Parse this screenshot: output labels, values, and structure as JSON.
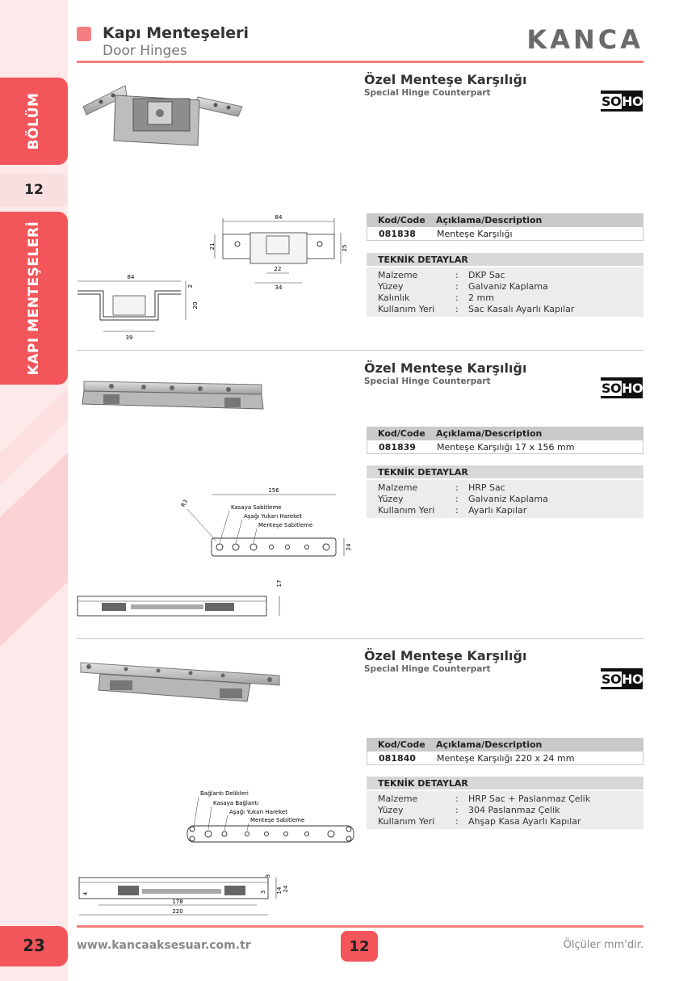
{
  "header": {
    "title": "Kapı Menteşeleri",
    "subtitle": "Door Hinges",
    "brand": "KANCA"
  },
  "sidebar": {
    "section_label": "BÖLÜM",
    "section_number": "12",
    "category_label": "KAPI MENTEŞELERİ",
    "page_number": "23"
  },
  "colors": {
    "accent": "#f2555a",
    "accent_light": "#f8dfe0",
    "table_header": "#c9c9c9"
  },
  "table_labels": {
    "code_header": "Kod/Code",
    "desc_header": "Açıklama/Description",
    "tech_header": "TEKNİK DETAYLAR"
  },
  "badge": {
    "so": "SO",
    "ho": "HO"
  },
  "products": [
    {
      "title": "Özel Menteşe Karşılığı",
      "subtitle": "Special Hinge Counterpart",
      "code": "081838",
      "description": "Menteşe Karşılığı",
      "specs": [
        {
          "key": "Malzeme",
          "value": "DKP Sac"
        },
        {
          "key": "Yüzey",
          "value": "Galvaniz Kaplama"
        },
        {
          "key": "Kalınlık",
          "value": "2 mm"
        },
        {
          "key": "Kullanım Yeri",
          "value": "Sac Kasalı Ayarlı Kapılar"
        }
      ],
      "dims": {
        "top_width": "84",
        "top_h_left": "21",
        "top_h_right": "25",
        "inner_a": "22",
        "inner_b": "34",
        "side_width": "84",
        "side_t": "2",
        "side_h": "20",
        "side_base": "39"
      }
    },
    {
      "title": "Özel Menteşe Karşılığı",
      "subtitle": "Special Hinge Counterpart",
      "code": "081839",
      "description": "Menteşe Karşılığı 17 x 156 mm",
      "specs": [
        {
          "key": "Malzeme",
          "value": "HRP Sac"
        },
        {
          "key": "Yüzey",
          "value": "Galvaniz Kaplama"
        },
        {
          "key": "Kullanım Yeri",
          "value": "Ayarlı Kapılar"
        }
      ],
      "dims": {
        "length": "156",
        "hole": "R3",
        "height": "24",
        "depth": "17"
      },
      "callouts": [
        "Kasaya Sabitleme",
        "Aşağı Yukarı Hareket",
        "Menteşe Sabitleme"
      ]
    },
    {
      "title": "Özel Menteşe Karşılığı",
      "subtitle": "Special Hinge Counterpart",
      "code": "081840",
      "description": "Menteşe Karşılığı 220 x 24 mm",
      "specs": [
        {
          "key": "Malzeme",
          "value": "HRP Sac + Paslanmaz Çelik"
        },
        {
          "key": "Yüzey",
          "value": "304 Paslanmaz Çelik"
        },
        {
          "key": "Kullanım Yeri",
          "value": "Ahşap Kasa Ayarlı Kapılar"
        }
      ],
      "dims": {
        "inner": "178",
        "total": "220",
        "left": "4",
        "t1": "3",
        "t2": "3",
        "d1": "14",
        "d2": "24"
      },
      "callouts": [
        "Bağlantı Delikleri",
        "Kasaya Bağlantı",
        "Aşağı Yukarı Hareket",
        "Menteşe Sabitleme"
      ]
    }
  ],
  "footer": {
    "website": "www.kancaaksesuar.com.tr",
    "page_number": "12",
    "note": "Ölçüler mm'dir."
  }
}
